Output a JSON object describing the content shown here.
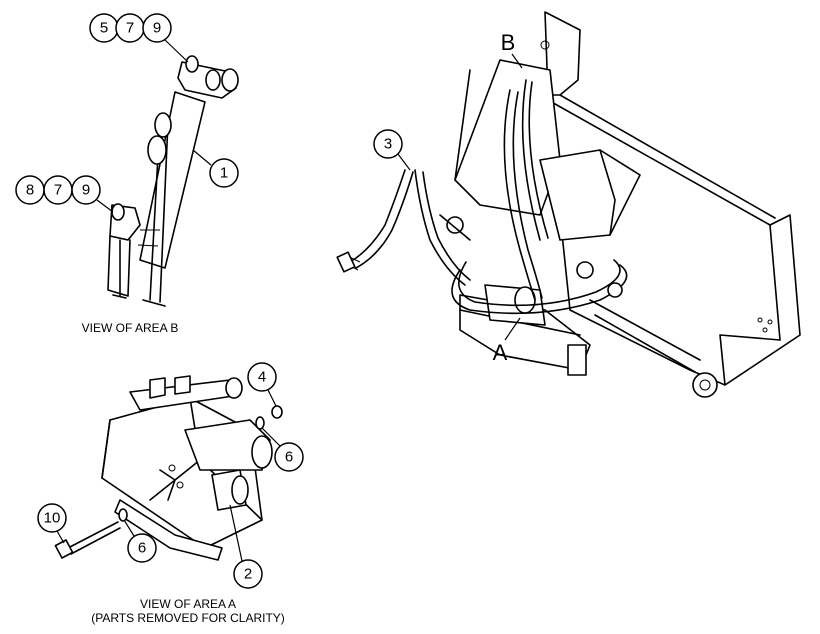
{
  "captions": {
    "view_b": "VIEW OF AREA B",
    "view_a_line1": "VIEW OF AREA A",
    "view_a_line2": "(PARTS REMOVED FOR CLARITY)"
  },
  "area_labels": {
    "a": "A",
    "b": "B"
  },
  "callouts": {
    "c5": "5",
    "c7a": "7",
    "c9a": "9",
    "c8": "8",
    "c7b": "7",
    "c9b": "9",
    "c1": "1",
    "c3": "3",
    "c4": "4",
    "c6a": "6",
    "c6b": "6",
    "c10": "10",
    "c2": "2"
  }
}
